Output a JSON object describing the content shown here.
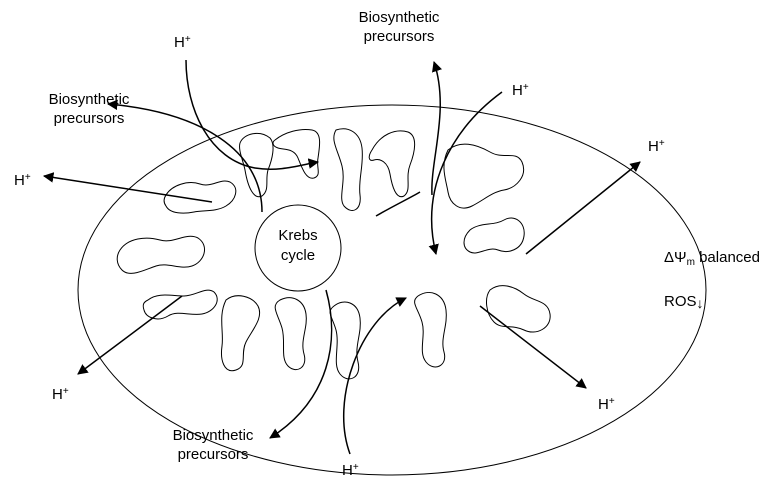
{
  "labels": {
    "h_plus": "H",
    "h_plus_sup": "+",
    "biosynthetic_line1": "Biosynthetic",
    "biosynthetic_line2": "precursors",
    "krebs_line1": "Krebs",
    "krebs_line2": "cycle",
    "delta_psi_symbol": "ΔΨ",
    "delta_psi_sub": "m",
    "balanced": "balanced",
    "ros": "ROS",
    "ros_arrow": "↓"
  },
  "colors": {
    "stroke": "#000000",
    "background": "#ffffff"
  }
}
